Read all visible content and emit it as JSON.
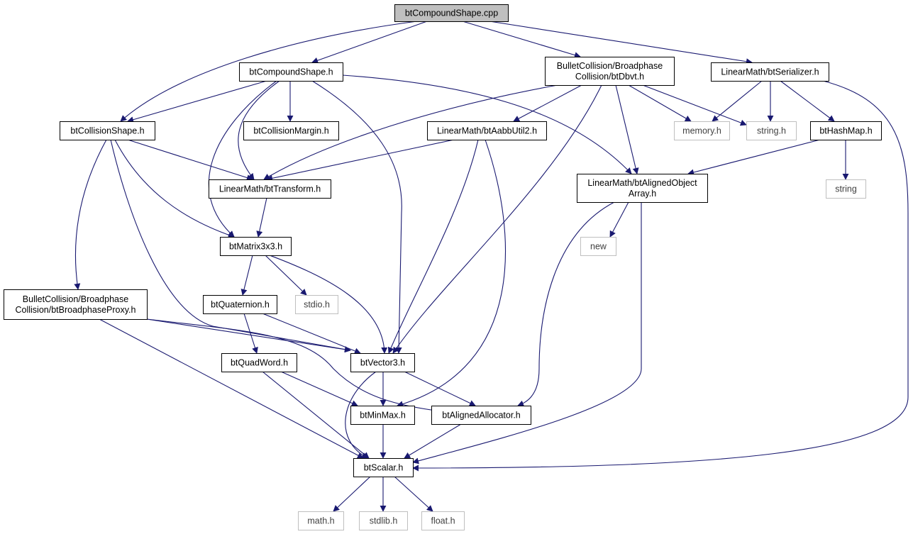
{
  "diagram": {
    "type": "include-dependency-graph",
    "colors": {
      "edge": "#191970",
      "node_border": "#000000",
      "external_border": "#bfbfbf",
      "root_fill": "#bfbfbf",
      "node_fill": "#ffffff"
    },
    "nodes": [
      {
        "id": "root",
        "lines": [
          "btCompoundShape.cpp"
        ],
        "kind": "root"
      },
      {
        "id": "btCompoundShape",
        "lines": [
          "btCompoundShape.h"
        ],
        "kind": "file"
      },
      {
        "id": "btDbvt",
        "lines": [
          "BulletCollision/Broadphase",
          "Collision/btDbvt.h"
        ],
        "kind": "file"
      },
      {
        "id": "btSerializer",
        "lines": [
          "LinearMath/btSerializer.h"
        ],
        "kind": "file"
      },
      {
        "id": "btCollisionShape",
        "lines": [
          "btCollisionShape.h"
        ],
        "kind": "file"
      },
      {
        "id": "btCollisionMargin",
        "lines": [
          "btCollisionMargin.h"
        ],
        "kind": "file"
      },
      {
        "id": "btAabbUtil2",
        "lines": [
          "LinearMath/btAabbUtil2.h"
        ],
        "kind": "file"
      },
      {
        "id": "memory",
        "lines": [
          "memory.h"
        ],
        "kind": "external"
      },
      {
        "id": "stringh",
        "lines": [
          "string.h"
        ],
        "kind": "external"
      },
      {
        "id": "btHashMap",
        "lines": [
          "btHashMap.h"
        ],
        "kind": "file"
      },
      {
        "id": "btTransform",
        "lines": [
          "LinearMath/btTransform.h"
        ],
        "kind": "file"
      },
      {
        "id": "btAlignedObjectArray",
        "lines": [
          "LinearMath/btAlignedObject",
          "Array.h"
        ],
        "kind": "file"
      },
      {
        "id": "string",
        "lines": [
          "string"
        ],
        "kind": "external"
      },
      {
        "id": "btMatrix3x3",
        "lines": [
          "btMatrix3x3.h"
        ],
        "kind": "file"
      },
      {
        "id": "new",
        "lines": [
          "new"
        ],
        "kind": "external"
      },
      {
        "id": "btBroadphaseProxy",
        "lines": [
          "BulletCollision/Broadphase",
          "Collision/btBroadphaseProxy.h"
        ],
        "kind": "file"
      },
      {
        "id": "btQuaternion",
        "lines": [
          "btQuaternion.h"
        ],
        "kind": "file"
      },
      {
        "id": "stdio",
        "lines": [
          "stdio.h"
        ],
        "kind": "external"
      },
      {
        "id": "btQuadWord",
        "lines": [
          "btQuadWord.h"
        ],
        "kind": "file"
      },
      {
        "id": "btVector3",
        "lines": [
          "btVector3.h"
        ],
        "kind": "file"
      },
      {
        "id": "btMinMax",
        "lines": [
          "btMinMax.h"
        ],
        "kind": "file"
      },
      {
        "id": "btAlignedAllocator",
        "lines": [
          "btAlignedAllocator.h"
        ],
        "kind": "file"
      },
      {
        "id": "btScalar",
        "lines": [
          "btScalar.h"
        ],
        "kind": "file"
      },
      {
        "id": "math",
        "lines": [
          "math.h"
        ],
        "kind": "external"
      },
      {
        "id": "stdlib",
        "lines": [
          "stdlib.h"
        ],
        "kind": "external"
      },
      {
        "id": "float",
        "lines": [
          "float.h"
        ],
        "kind": "external"
      }
    ],
    "edges": [
      {
        "from": "root",
        "to": "btCompoundShape"
      },
      {
        "from": "root",
        "to": "btDbvt"
      },
      {
        "from": "root",
        "to": "btSerializer"
      },
      {
        "from": "root",
        "to": "btCollisionShape"
      },
      {
        "from": "btCompoundShape",
        "to": "btCollisionShape"
      },
      {
        "from": "btCompoundShape",
        "to": "btCollisionMargin"
      },
      {
        "from": "btCompoundShape",
        "to": "btTransform"
      },
      {
        "from": "btCompoundShape",
        "to": "btMatrix3x3"
      },
      {
        "from": "btCompoundShape",
        "to": "btVector3"
      },
      {
        "from": "btCompoundShape",
        "to": "btAlignedObjectArray"
      },
      {
        "from": "btDbvt",
        "to": "btAabbUtil2"
      },
      {
        "from": "btDbvt",
        "to": "btTransform"
      },
      {
        "from": "btDbvt",
        "to": "btVector3"
      },
      {
        "from": "btDbvt",
        "to": "btAlignedObjectArray"
      },
      {
        "from": "btDbvt",
        "to": "memory"
      },
      {
        "from": "btDbvt",
        "to": "stringh"
      },
      {
        "from": "btSerializer",
        "to": "memory"
      },
      {
        "from": "btSerializer",
        "to": "stringh"
      },
      {
        "from": "btSerializer",
        "to": "btHashMap"
      },
      {
        "from": "btSerializer",
        "to": "btScalar"
      },
      {
        "from": "btCollisionShape",
        "to": "btTransform"
      },
      {
        "from": "btCollisionShape",
        "to": "btMatrix3x3"
      },
      {
        "from": "btCollisionShape",
        "to": "btVector3"
      },
      {
        "from": "btCollisionShape",
        "to": "btBroadphaseProxy"
      },
      {
        "from": "btAabbUtil2",
        "to": "btTransform"
      },
      {
        "from": "btAabbUtil2",
        "to": "btVector3"
      },
      {
        "from": "btAabbUtil2",
        "to": "btMinMax"
      },
      {
        "from": "btHashMap",
        "to": "btAlignedObjectArray"
      },
      {
        "from": "btHashMap",
        "to": "string"
      },
      {
        "from": "btTransform",
        "to": "btMatrix3x3"
      },
      {
        "from": "btAlignedObjectArray",
        "to": "new"
      },
      {
        "from": "btAlignedObjectArray",
        "to": "btAlignedAllocator"
      },
      {
        "from": "btAlignedObjectArray",
        "to": "btScalar"
      },
      {
        "from": "btMatrix3x3",
        "to": "btQuaternion"
      },
      {
        "from": "btMatrix3x3",
        "to": "stdio"
      },
      {
        "from": "btMatrix3x3",
        "to": "btVector3"
      },
      {
        "from": "btBroadphaseProxy",
        "to": "btVector3"
      },
      {
        "from": "btBroadphaseProxy",
        "to": "btAlignedAllocator"
      },
      {
        "from": "btBroadphaseProxy",
        "to": "btScalar"
      },
      {
        "from": "btQuaternion",
        "to": "btQuadWord"
      },
      {
        "from": "btQuaternion",
        "to": "btVector3"
      },
      {
        "from": "btQuadWord",
        "to": "btMinMax"
      },
      {
        "from": "btQuadWord",
        "to": "btScalar"
      },
      {
        "from": "btVector3",
        "to": "btMinMax"
      },
      {
        "from": "btVector3",
        "to": "btAlignedAllocator"
      },
      {
        "from": "btVector3",
        "to": "btScalar"
      },
      {
        "from": "btMinMax",
        "to": "btScalar"
      },
      {
        "from": "btAlignedAllocator",
        "to": "btScalar"
      },
      {
        "from": "btScalar",
        "to": "math"
      },
      {
        "from": "btScalar",
        "to": "stdlib"
      },
      {
        "from": "btScalar",
        "to": "float"
      }
    ]
  }
}
